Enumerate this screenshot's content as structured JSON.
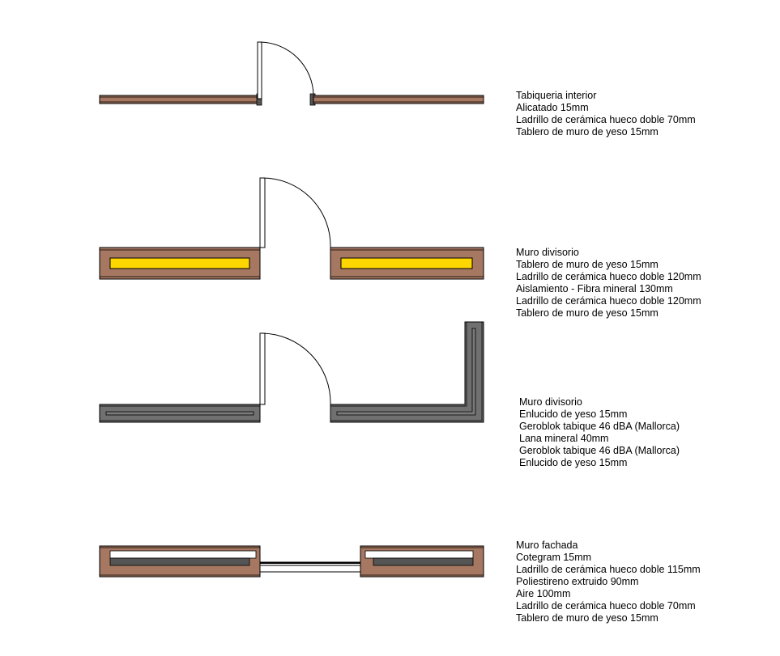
{
  "colors": {
    "brick": "#A67862",
    "insulation_yellow": "#FFD700",
    "gypsum_gray": "#707070",
    "dark_gray": "#555555",
    "line": "#000000",
    "background": "#FFFFFF"
  },
  "wall_types": [
    {
      "title": "Tabiqueria interior",
      "layers": [
        "Alicatado 15mm",
        "Ladrillo de cerámica hueco doble 70mm",
        "Tablero de muro de yeso 15mm"
      ]
    },
    {
      "title": "Muro divisorio",
      "layers": [
        "Tablero de muro de yeso 15mm",
        "Ladrillo de cerámica hueco doble 120mm",
        "Aislamiento - Fibra mineral 130mm",
        "Ladrillo de cerámica hueco doble 120mm",
        "Tablero de muro de yeso 15mm"
      ]
    },
    {
      "title": "Muro divisorio",
      "layers": [
        "Enlucido de yeso 15mm",
        "Geroblok tabique 46 dBA (Mallorca)",
        "Lana mineral 40mm",
        "Geroblok tabique 46 dBA (Mallorca)",
        "Enlucido de yeso 15mm"
      ]
    },
    {
      "title": "Muro fachada",
      "layers": [
        "Cotegram 15mm",
        "Ladrillo de cerámica hueco doble 115mm",
        "Poliestireno extruido 90mm",
        "Aire 100mm",
        "Ladrillo de cerámica hueco doble 70mm",
        "Tablero de muro de yeso 15mm"
      ]
    }
  ]
}
